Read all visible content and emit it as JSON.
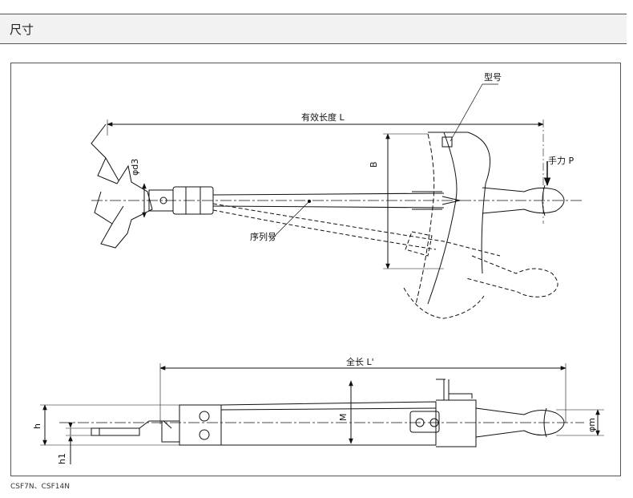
{
  "header": {
    "title": "尺寸"
  },
  "labels": {
    "model": "型号",
    "effective_length": "有效长度 L",
    "hand_force": "手力 P",
    "b": "B",
    "d3": "φd3",
    "serial": "序列号",
    "total_length": "全长 L'",
    "m": "M",
    "h": "h",
    "h1": "h1",
    "phi_m": "φm"
  },
  "caption": "CSF7N、CSF14N",
  "colors": {
    "line": "#111111",
    "header_bg": "#f2f2f2"
  }
}
